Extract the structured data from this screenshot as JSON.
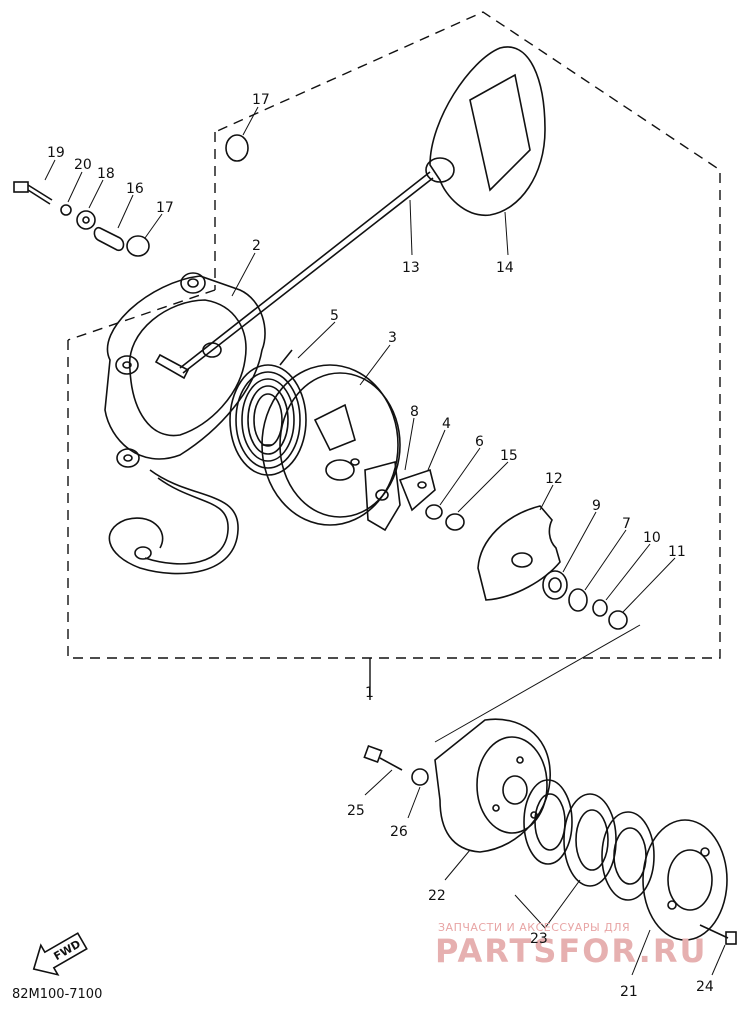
{
  "diagram": {
    "part_labels": [
      "1",
      "2",
      "3",
      "4",
      "5",
      "6",
      "7",
      "8",
      "9",
      "10",
      "11",
      "12",
      "13",
      "14",
      "15",
      "16",
      "17",
      "17",
      "18",
      "19",
      "20",
      "21",
      "22",
      "23",
      "24",
      "25",
      "26"
    ],
    "catalog_code": "82M100-7100",
    "arrow_label": "FWD",
    "watermark_small": "ЗАПЧАСТИ И АКСЕССУАРЫ ДЛЯ",
    "watermark_large": "PARTSFOR.RU"
  },
  "colors": {
    "line": "#111111",
    "watermark": "#e6b0b0"
  }
}
